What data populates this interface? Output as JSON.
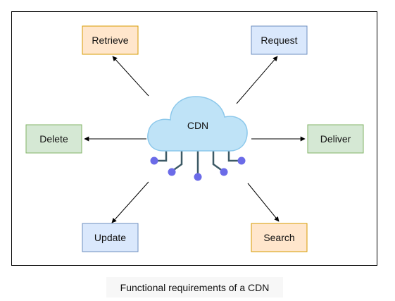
{
  "diagram": {
    "center_label": "CDN",
    "nodes": {
      "retrieve": "Retrieve",
      "request": "Request",
      "delete": "Delete",
      "deliver": "Deliver",
      "update": "Update",
      "search": "Search"
    },
    "colors": {
      "orange_fill": "#ffe6cc",
      "orange_stroke": "#d79b00",
      "blue_fill": "#dae8fc",
      "blue_stroke": "#6c8ebf",
      "green_fill": "#d5e8d4",
      "green_stroke": "#82b366",
      "cloud_fill": "#bfe3f7",
      "cloud_stroke": "#8cc8eb",
      "circuit_line": "#3d5a66",
      "circuit_dot": "#6b6be8",
      "arrow": "#000000"
    }
  },
  "caption": "Functional requirements of a CDN"
}
